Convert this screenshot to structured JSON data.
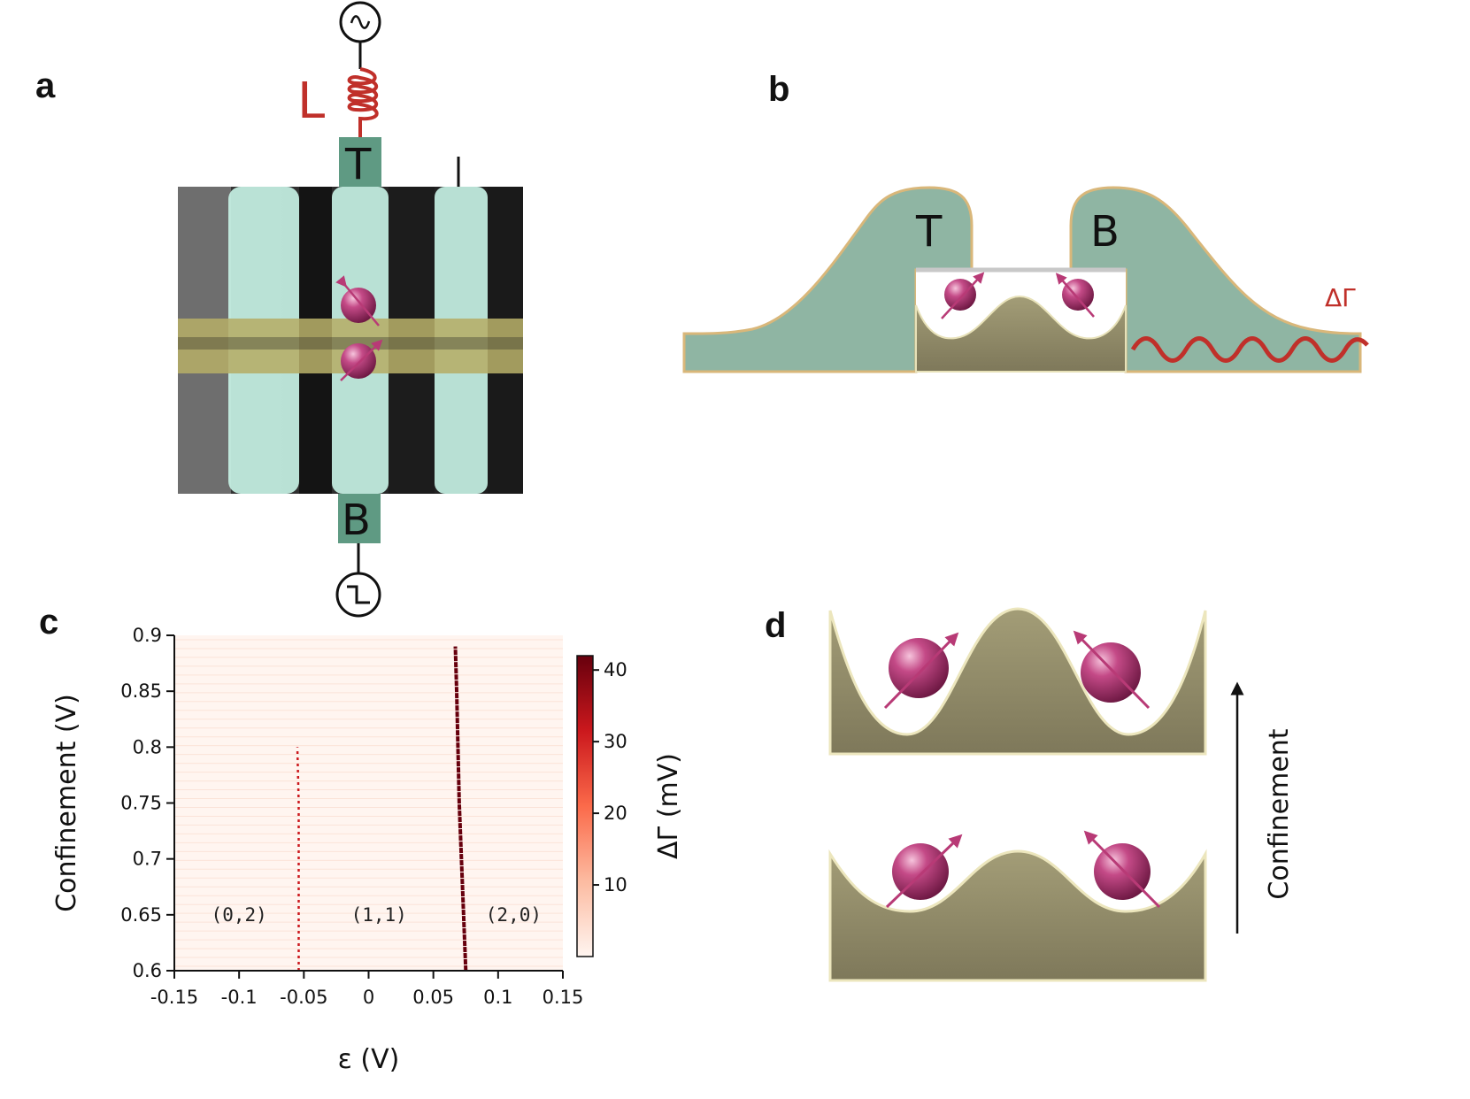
{
  "colors": {
    "gate_green": "#8fb5a3",
    "gate_dark": "#5f9a83",
    "sem_cyan": "#c6f1e4",
    "spin_magenta": "#b83a76",
    "inductor_red": "#c0302a",
    "substrate_olive": "#8c8662",
    "channel_yellow": "#b5ad68"
  },
  "panels": {
    "a": {
      "letter": "a",
      "inductor_label": "L",
      "top_gate_label": "T",
      "bottom_gate_label": "B",
      "top_source_icon": "ac-source-icon",
      "bottom_source_icon": "pulse-source-icon"
    },
    "b": {
      "letter": "b",
      "left_gate_label": "T",
      "right_gate_label": "B",
      "signal_label": "ΔΓ"
    },
    "c": {
      "letter": "c"
    },
    "d": {
      "letter": "d",
      "arrow_label": "Confinement"
    }
  },
  "chart_data": {
    "type": "heatmap",
    "title": "",
    "xlabel": "ε (V)",
    "ylabel": "Confinement (V)",
    "xlim": [
      -0.15,
      0.15
    ],
    "ylim": [
      0.6,
      0.9
    ],
    "x_ticks": [
      "-0.15",
      "-0.1",
      "-0.05",
      "0",
      "0.05",
      "0.1",
      "0.15"
    ],
    "x_tick_values": [
      -0.15,
      -0.1,
      -0.05,
      0,
      0.05,
      0.1,
      0.15
    ],
    "y_ticks": [
      "0.6",
      "0.65",
      "0.7",
      "0.75",
      "0.8",
      "0.85",
      "0.9"
    ],
    "y_tick_values": [
      0.6,
      0.65,
      0.7,
      0.75,
      0.8,
      0.85,
      0.9
    ],
    "colorbar": {
      "label": "ΔΓ (mV)",
      "range": [
        0,
        42
      ],
      "ticks": [
        "10",
        "20",
        "30",
        "40"
      ],
      "tick_values": [
        10,
        20,
        30,
        40
      ],
      "colors": [
        "#fff5f0",
        "#fcbba1",
        "#fb6a4a",
        "#cb181d",
        "#67000d"
      ]
    },
    "regions": [
      {
        "label": "(0,2)",
        "x": -0.1,
        "y": 0.65
      },
      {
        "label": "(1,1)",
        "x": 0.008,
        "y": 0.65
      },
      {
        "label": "(2,0)",
        "x": 0.112,
        "y": 0.65
      }
    ],
    "transition_lines": [
      {
        "name": "left",
        "points": [
          [
            -0.054,
            0.6
          ],
          [
            -0.054,
            0.75
          ],
          [
            -0.055,
            0.8
          ]
        ],
        "intensity": 25
      },
      {
        "name": "right",
        "points": [
          [
            0.075,
            0.6
          ],
          [
            0.07,
            0.75
          ],
          [
            0.068,
            0.85
          ],
          [
            0.067,
            0.89
          ]
        ],
        "intensity": 42
      }
    ]
  }
}
